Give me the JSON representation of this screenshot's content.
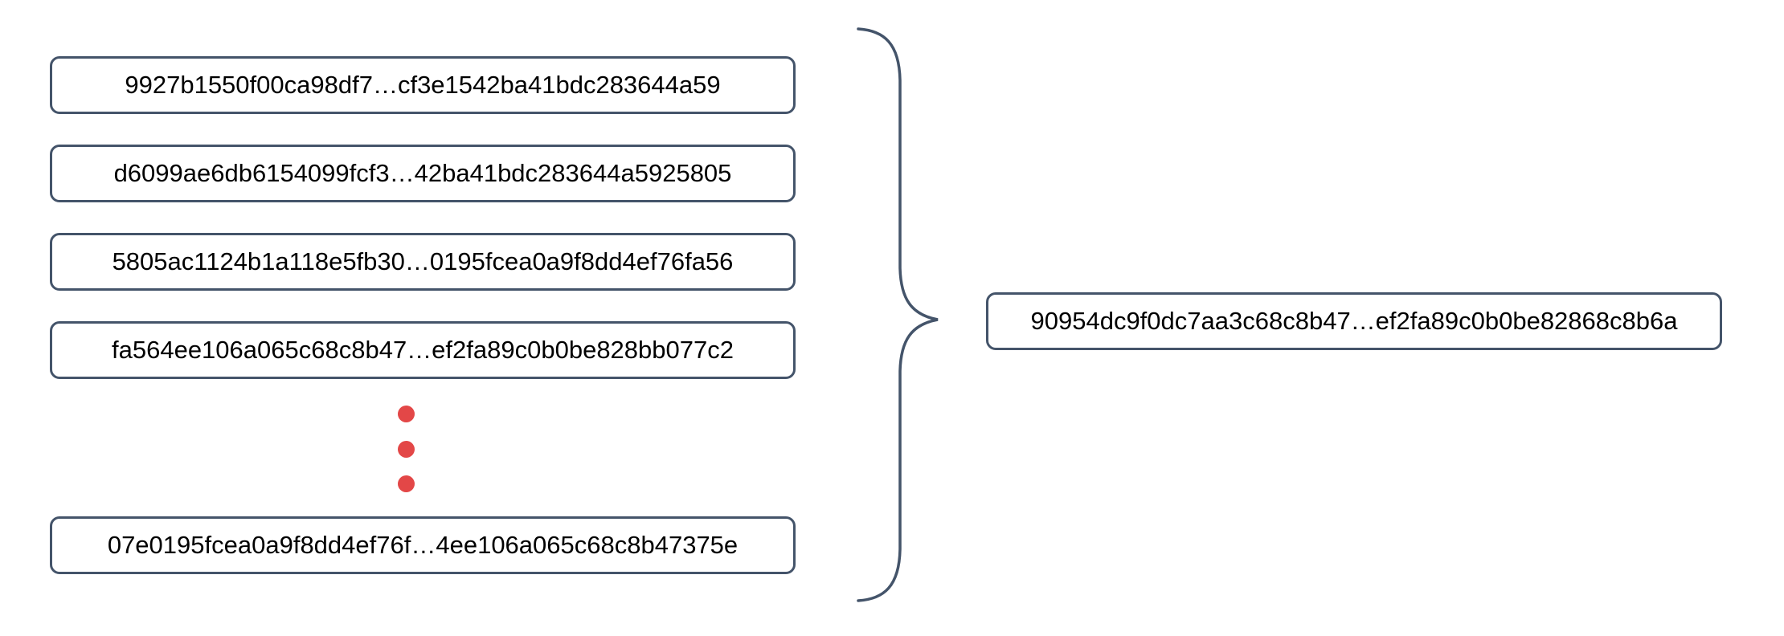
{
  "diagram": {
    "description": "Multiple hash values combined by a curly brace into a single resulting hash value",
    "left_boxes": [
      {
        "text": "9927b1550f00ca98df7…cf3e1542ba41bdc283644a59"
      },
      {
        "text": "d6099ae6db6154099fcf3…42ba41bdc283644a5925805"
      },
      {
        "text": "5805ac1124b1a118e5fb30…0195fcea0a9f8dd4ef76fa56"
      },
      {
        "text": "fa564ee106a065c68c8b47…ef2fa89c0b0be828bb077c2"
      },
      {
        "text": "07e0195fcea0a9f8dd4ef76f…4ee106a065c68c8b47375e"
      }
    ],
    "ellipsis_dot_count": 3,
    "result_box": {
      "text": "90954dc9f0dc7aa3c68c8b47…ef2fa89c0b0be82868c8b6a"
    }
  },
  "colors": {
    "box_border": "#44546A",
    "dot": "#E34747",
    "text": "#000000",
    "background": "#FFFFFF"
  }
}
